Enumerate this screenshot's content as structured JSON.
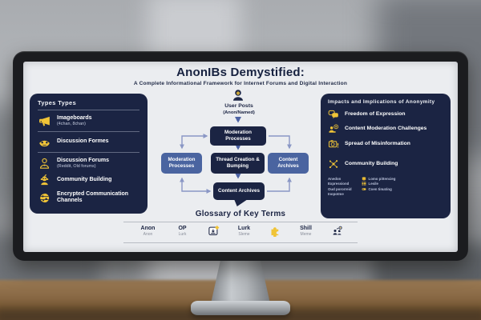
{
  "screen": {
    "title": "AnonIBs Demystified:",
    "subtitle": "A Complete Informational Framework for Internet Forums and Digital Interaction",
    "left_panel": {
      "title": "Types Types",
      "items": [
        {
          "icon": "megaphone-icon",
          "label": "Imageboards",
          "sublabel": "(4chan, 8chan)"
        },
        {
          "icon": "mask-face-icon",
          "label": "Discussion Formes",
          "sublabel": ""
        },
        {
          "icon": "person-icon",
          "label": "Discussion Forums",
          "sublabel": "(Reddit, Old forums)"
        },
        {
          "icon": "community-person-icon",
          "label": "Community Building",
          "sublabel": ""
        },
        {
          "icon": "globe-icon",
          "label": "Encrypted Communication Channels",
          "sublabel": ""
        }
      ]
    },
    "flowchart": {
      "source_label": "User Posts",
      "source_sublabel": "(Anon/Named)",
      "top_node": "Moderation Processes",
      "left_node": "Moderation Processes",
      "center_node": "Thread Creation & Bumping",
      "right_node": "Content Archives",
      "bottom_node": "Content Archives"
    },
    "right_panel": {
      "title": "Impacts and Implications of Anonymity",
      "items": [
        {
          "icon": "speech-bubbles-icon",
          "label": "Freedom of Expression"
        },
        {
          "icon": "moderator-desk-icon",
          "label": "Content Moderation Challenges"
        },
        {
          "icon": "camera-alert-icon",
          "label": "Spread of Misinformation"
        },
        {
          "icon": "network-icon",
          "label": "Community Building"
        }
      ],
      "footnotes_left": [
        "Anedon",
        "Expressiond",
        "Oud pororreid",
        "Inopotme"
      ],
      "footnotes_right": [
        {
          "icon": "coins-icon",
          "text": "Lomo pittencieg"
        },
        {
          "icon": "list-icon",
          "text": "Lesile"
        },
        {
          "icon": "pill-icon",
          "text": "Coen timating"
        }
      ]
    },
    "glossary": {
      "title": "Glossary of Key Terms",
      "terms": [
        {
          "term": "Anon",
          "definition": "Anon"
        },
        {
          "term": "OP",
          "definition": "Lurk"
        },
        {
          "term": "Lurk",
          "definition": "Sleme"
        },
        {
          "term": "Shill",
          "definition": "Meme"
        }
      ]
    },
    "colors": {
      "panel_navy": "#1b2443",
      "node_blue": "#4a64a0",
      "accent_yellow": "#f0c437",
      "screen_bg": "#ebedf0"
    }
  }
}
